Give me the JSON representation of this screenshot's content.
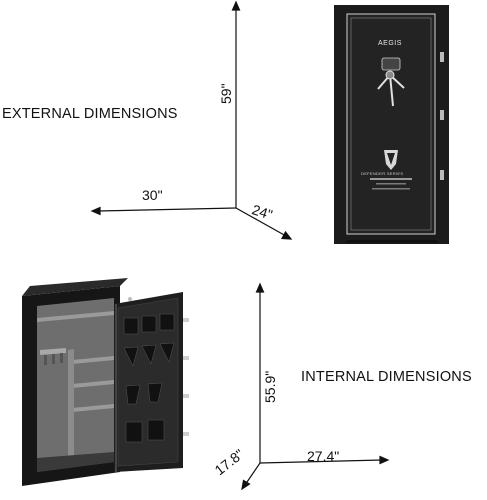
{
  "external": {
    "title": "EXTERNAL DIMENSIONS",
    "height": "59\"",
    "width": "30\"",
    "depth": "24\""
  },
  "internal": {
    "title": "INTERNAL DIMENSIONS",
    "height": "55.9\"",
    "width": "27.4\"",
    "depth": "17.8\""
  },
  "safe": {
    "brand": "AEGIS",
    "door_plate": "DEFENDER SERIES",
    "colors": {
      "body": "#1b1b1b",
      "trim": "#cfcfcf",
      "interior": "#6e6e6e",
      "shelf": "#9a9a9a"
    }
  }
}
